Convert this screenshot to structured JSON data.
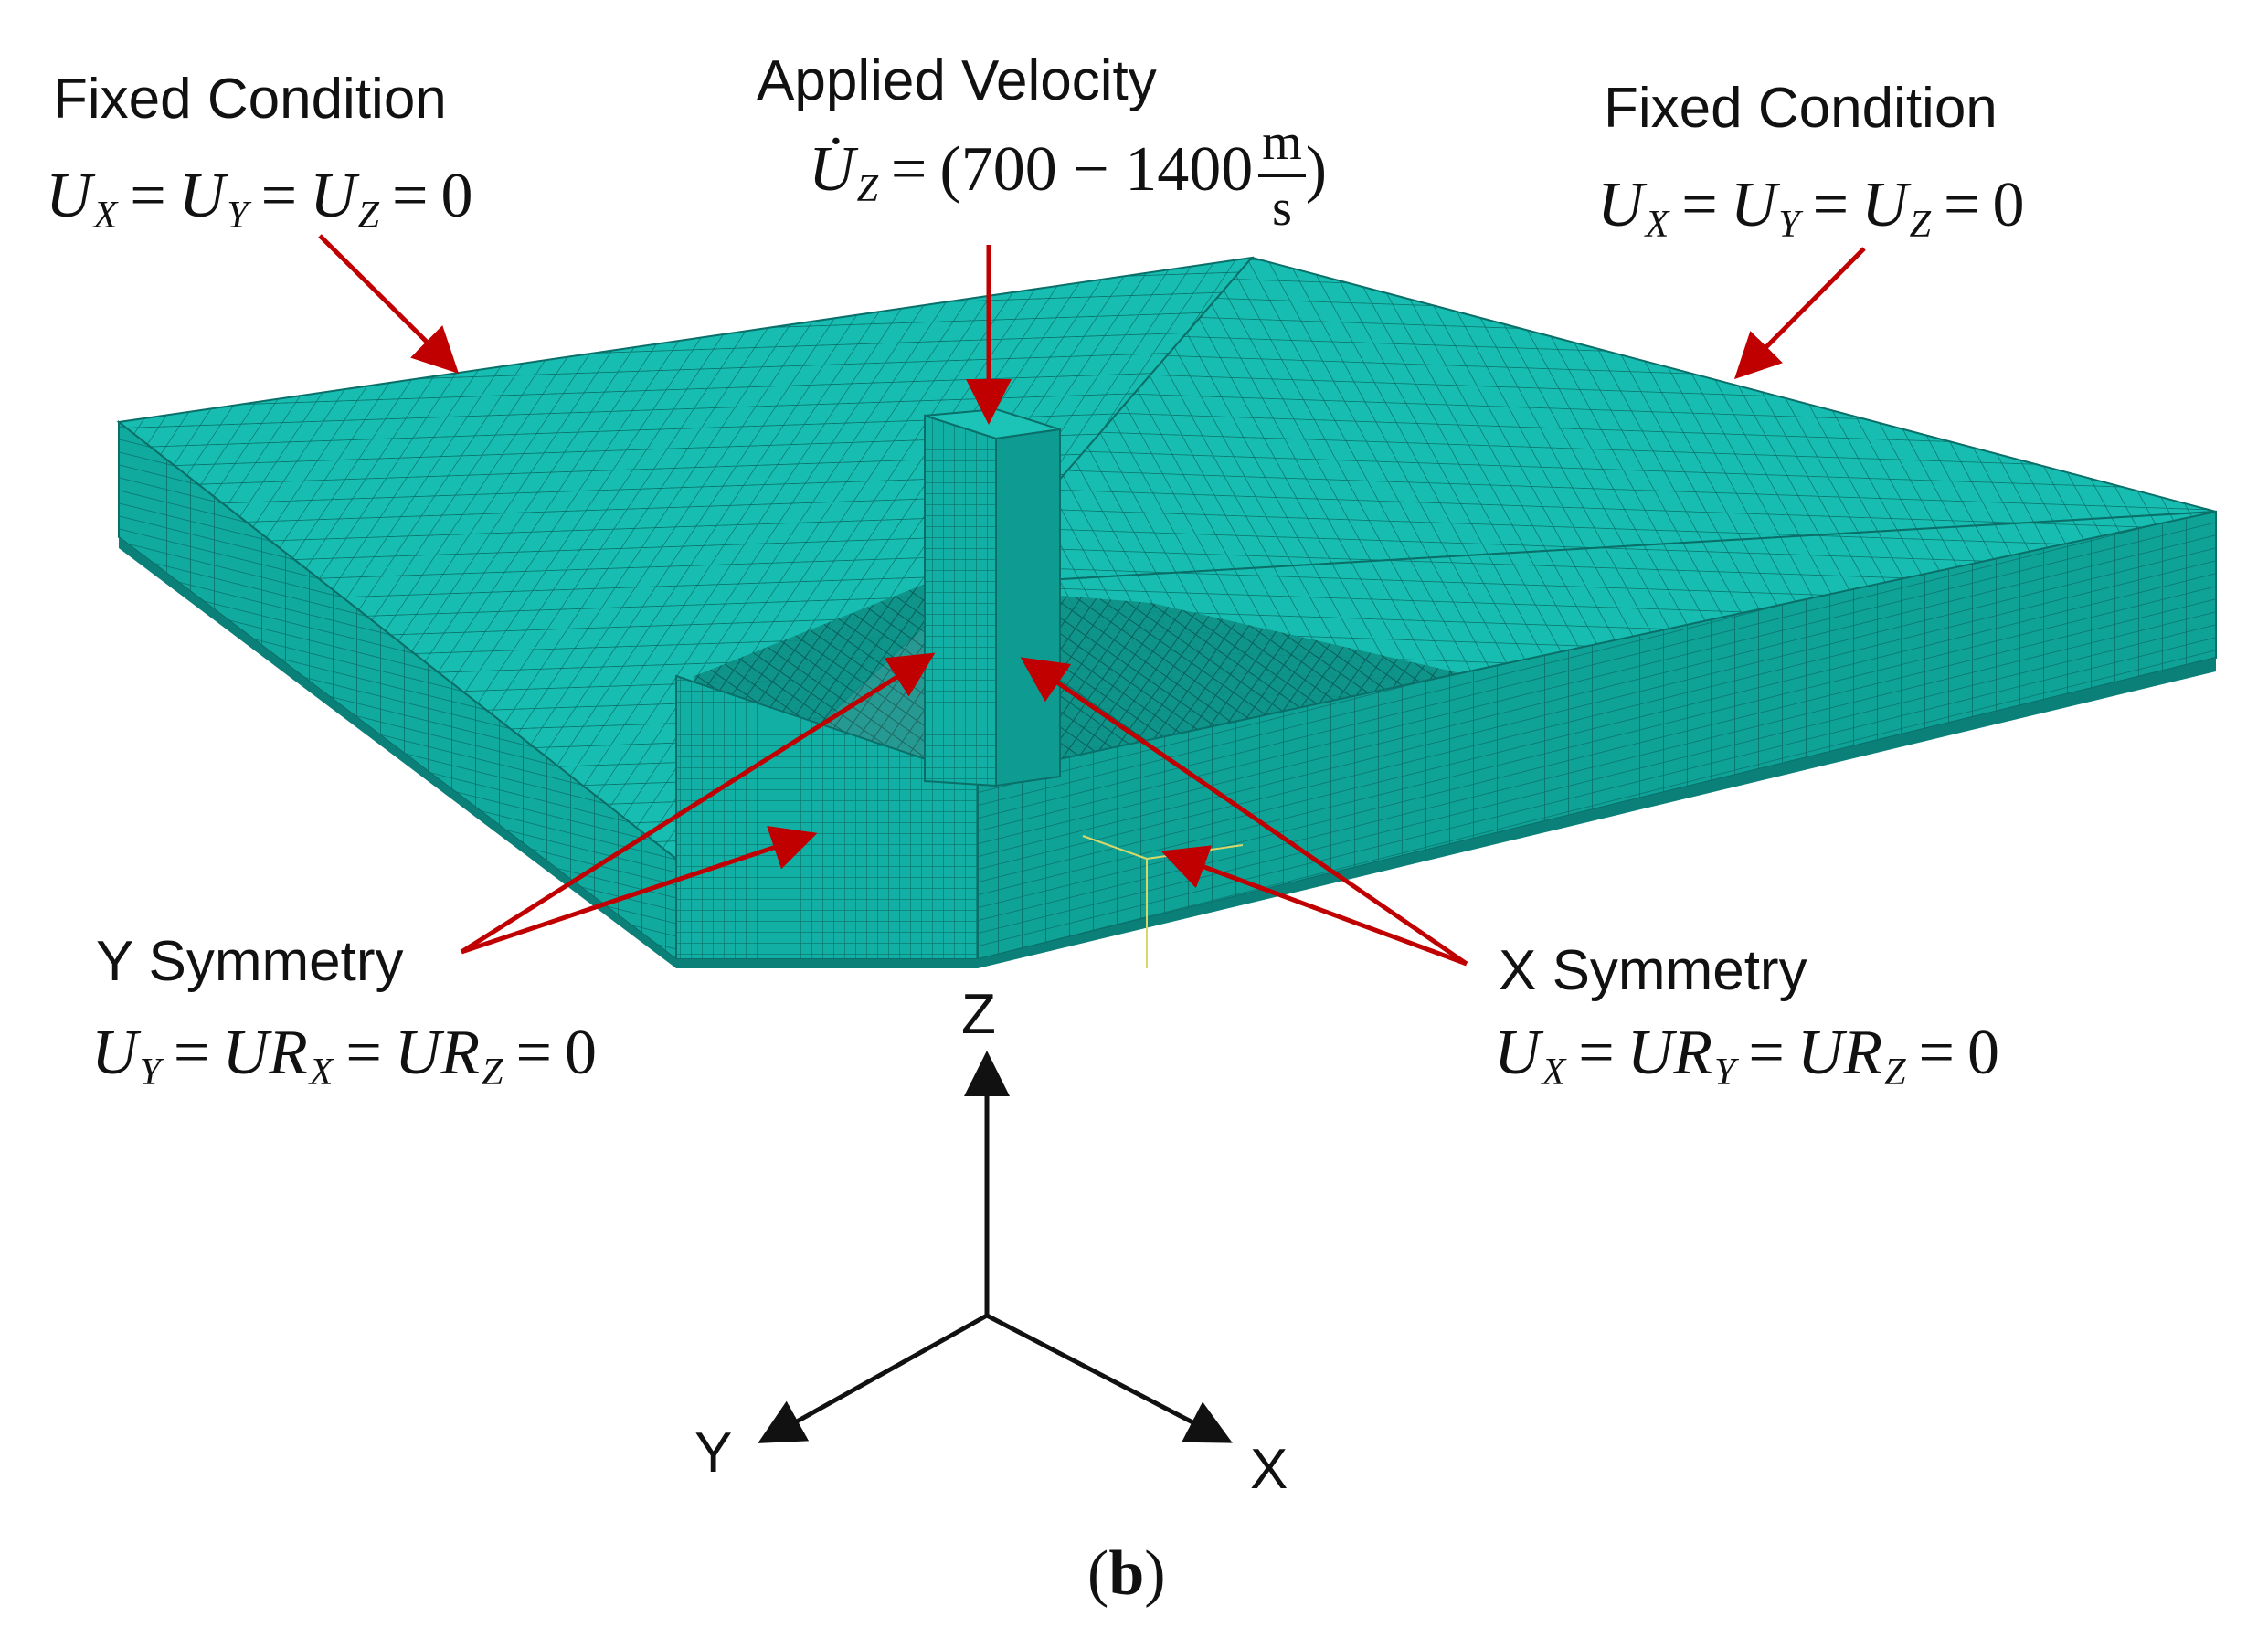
{
  "labels": {
    "fixed_left_title": "Fixed Condition",
    "fixed_right_title": "Fixed Condition",
    "applied_velocity_title": "Applied Velocity",
    "y_symmetry_title": "Y Symmetry",
    "x_symmetry_title": "X Symmetry"
  },
  "equations": {
    "fixed_left": {
      "u": "U",
      "sx": "X",
      "sy": "Y",
      "sz": "Z",
      "eq": "=",
      "zero": "0"
    },
    "fixed_right": {
      "u": "U",
      "sx": "X",
      "sy": "Y",
      "sz": "Z",
      "eq": "=",
      "zero": "0"
    },
    "velocity": {
      "lhs": "U̇",
      "sz": "Z",
      "eq": "=",
      "range": "(700  − 1400",
      "frac_num": "m",
      "frac_den": "s",
      "close": ")"
    },
    "y_sym": {
      "u": "U",
      "ur": "UR",
      "sx": "X",
      "sy": "Y",
      "sz": "Z",
      "eq": "=",
      "zero": "0"
    },
    "x_sym": {
      "u": "U",
      "ur": "UR",
      "sx": "X",
      "sy": "Y",
      "sz": "Z",
      "eq": "=",
      "zero": "0"
    }
  },
  "axes": {
    "z": "Z",
    "y": "Y",
    "x": "X"
  },
  "caption": {
    "open": "(",
    "letter": "b",
    "close": ")"
  },
  "colors": {
    "mesh_fill": "#10b2a6",
    "mesh_top": "#17bdb1",
    "mesh_side": "#0e9e94",
    "mesh_line": "#0a6f69",
    "arrow": "#c00000",
    "axis": "#111111"
  }
}
